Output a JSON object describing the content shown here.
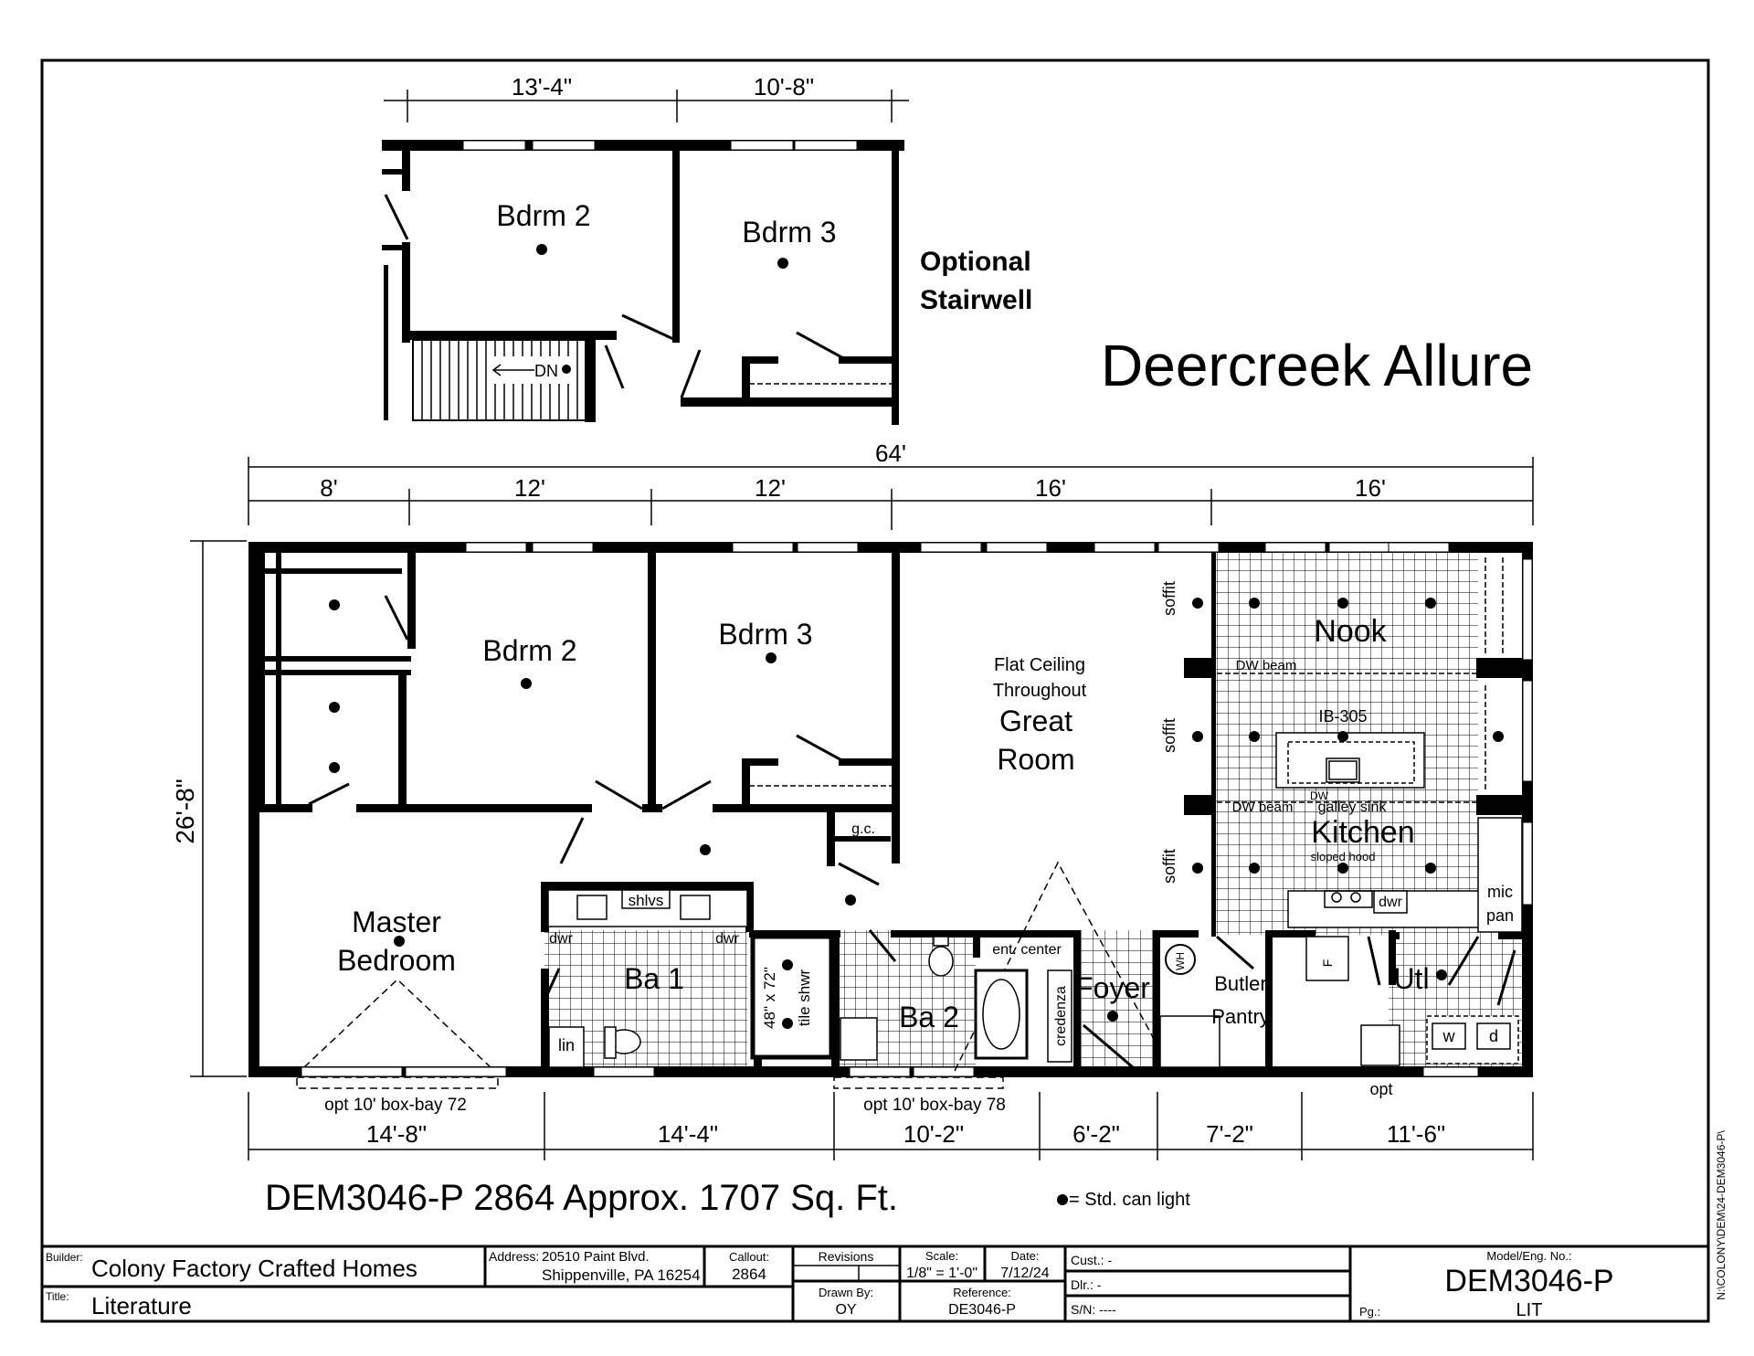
{
  "plan": {
    "title": "Deercreek Allure",
    "headline": "DEM3046-P 2864  Approx. 1707 Sq. Ft.",
    "legend": "= Std. can light",
    "side_path": "N:\\COLONY\\DEM\\24-DEM3046-P\\"
  },
  "upper_inset": {
    "dims": [
      "13'-4\"",
      "10'-8\""
    ],
    "rooms": [
      "Bdrm 2",
      "Bdrm 3"
    ],
    "stair_label": "DN",
    "note_line1": "Optional",
    "note_line2": "Stairwell"
  },
  "dimensions": {
    "overall": "64'",
    "top": [
      "8'",
      "12'",
      "12'",
      "16'",
      "16'"
    ],
    "side": "26'-8\"",
    "bottom": [
      "14'-8\"",
      "14'-4\"",
      "10'-2\"",
      "6'-2\"",
      "7'-2\"",
      "11'-6\""
    ]
  },
  "rooms": {
    "bdrm2": "Bdrm 2",
    "bdrm3": "Bdrm 3",
    "master_1": "Master",
    "master_2": "Bedroom",
    "great_1": "Great",
    "great_2": "Room",
    "flat_1": "Flat Ceiling",
    "flat_2": "Throughout",
    "nook": "Nook",
    "kitchen": "Kitchen",
    "ba1": "Ba 1",
    "ba2": "Ba 2",
    "foyer": "Foyer",
    "butler_1": "Butler",
    "butler_2": "Pantry",
    "utl": "Utl"
  },
  "labels": {
    "soffit": "soffit",
    "dw_beam": "DW beam",
    "ib": "IB-305",
    "dw": "DW",
    "galley_sink": "galley sink",
    "sloped_hood": "sloped hood",
    "dwr": "dwr",
    "mic": "mic",
    "pan": "pan",
    "shlvs": "shlvs",
    "lin": "lin",
    "gc": "g.c.",
    "ent_center": "ent. center",
    "credenza": "credenza",
    "wh": "WH",
    "f": "F",
    "w": "w",
    "d": "d",
    "opt": "opt",
    "shwr_1": "48\" x 72\"",
    "shwr_2": "tile shwr",
    "boxbay_left": "opt 10' box-bay 72",
    "boxbay_mid": "opt 10' box-bay 78"
  },
  "title_block": {
    "builder_label": "Builder:",
    "builder": "Colony Factory Crafted Homes",
    "address_label": "Address:",
    "address_1": "20510 Paint Blvd.",
    "address_2": "Shippenville, PA 16254",
    "callout_label": "Callout:",
    "callout": "2864",
    "revisions_label": "Revisions",
    "scale_label": "Scale:",
    "scale": "1/8\" = 1'-0\"",
    "date_label": "Date:",
    "date": "7/12/24",
    "cust": "Cust.: -",
    "dlr": "Dlr.:  -",
    "sn": "S/N:  ----",
    "model_label": "Model/Eng. No.:",
    "model": "DEM3046-P",
    "pg_label": "Pg.:",
    "pg": "LIT",
    "title_label": "Title:",
    "title": "Literature",
    "drawn_label": "Drawn By:",
    "drawn": "OY",
    "reference_label": "Reference:",
    "reference": "DE3046-P"
  }
}
